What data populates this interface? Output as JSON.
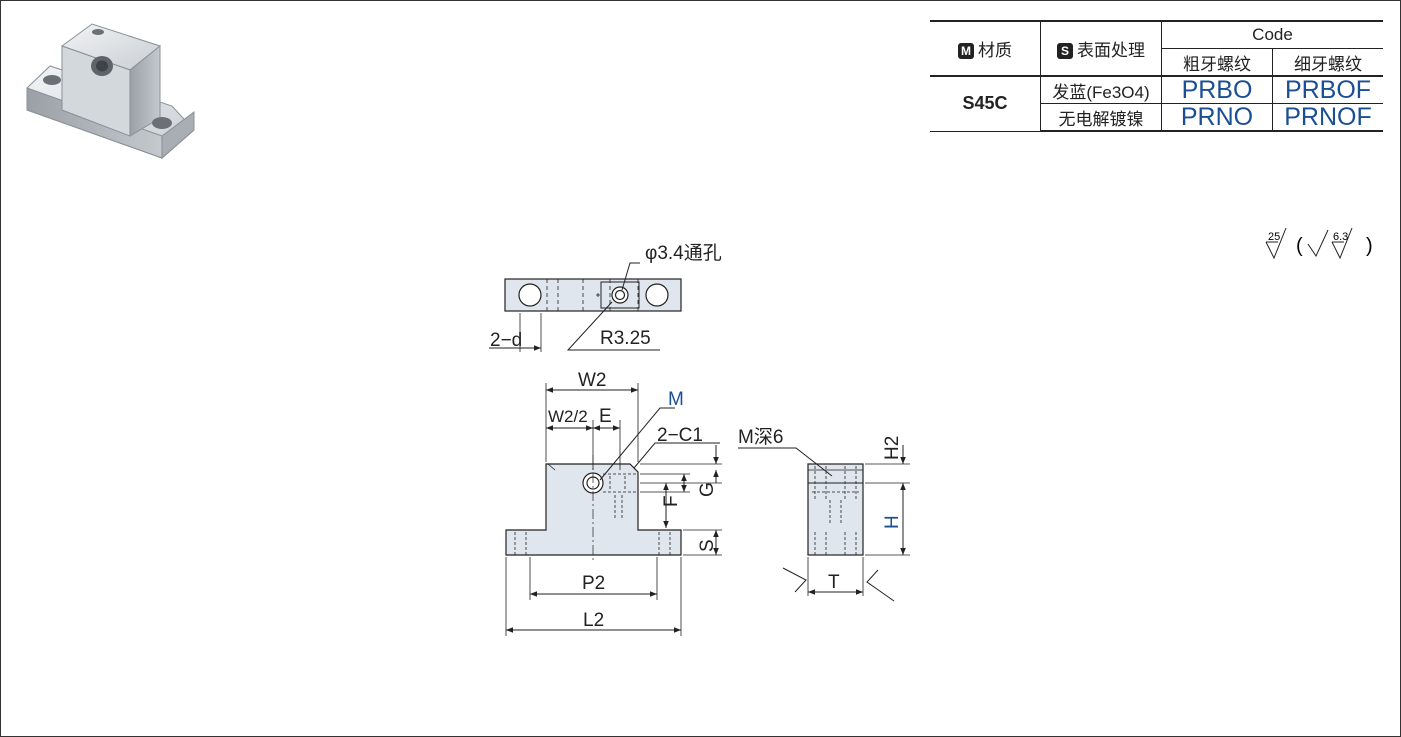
{
  "table": {
    "material_mark": "M",
    "material_header": "材质",
    "surface_mark": "S",
    "surface_header": "表面处理",
    "code_header": "Code",
    "coarse_header": "粗牙螺纹",
    "fine_header": "细牙螺纹",
    "material": "S45C",
    "rows": [
      {
        "surface": "发蓝(Fe3O4)",
        "coarse": "PRBO",
        "fine": "PRBOF"
      },
      {
        "surface": "无电解镀镍",
        "coarse": "PRNO",
        "fine": "PRNOF"
      }
    ]
  },
  "roughness": {
    "main": "25",
    "secondary": "6.3"
  },
  "drawing": {
    "hole_note": "φ3.4通孔",
    "hole_count_label": "2−d",
    "radius_label": "R3.25",
    "w2": "W2",
    "w2_half": "W2/2",
    "e": "E",
    "m": "M",
    "chamfer": "2−C1",
    "m_depth": "M深6",
    "h2": "H2",
    "g": "G",
    "f": "F",
    "h": "H",
    "s": "S",
    "p2": "P2",
    "l2": "L2",
    "t": "T"
  },
  "colors": {
    "blue": "#1a4f93",
    "part_fill": "#dfe6ee",
    "line": "#222222"
  }
}
